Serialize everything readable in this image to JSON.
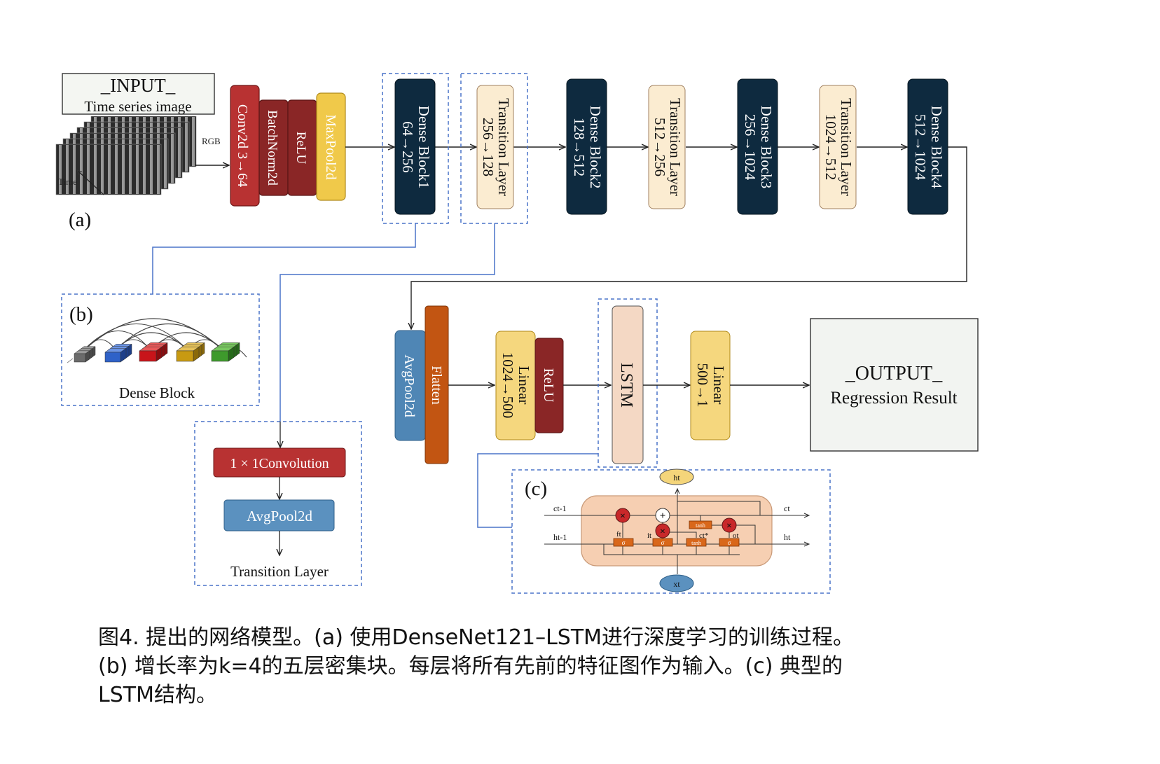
{
  "input": {
    "title": "_INPUT_",
    "subtitle": "Time series image",
    "rgb_label": "RGB",
    "time_label": "Time"
  },
  "panel_labels": {
    "a": "(a)",
    "b": "(b)",
    "c": "(c)"
  },
  "stem": [
    {
      "label": "Conv2d 3→64",
      "fill": "#b83232"
    },
    {
      "label": "BatchNorm2d",
      "fill": "#8a2626"
    },
    {
      "label": "ReLU",
      "fill": "#8a2626"
    },
    {
      "label": "MaxPool2d",
      "fill": "#f0c94a"
    }
  ],
  "main_blocks": [
    {
      "line1": "Dense Block1",
      "line2": "64→256",
      "kind": "dense"
    },
    {
      "line1": "Transition Layer",
      "line2": "256→128",
      "kind": "transition"
    },
    {
      "line1": "Dense Block2",
      "line2": "128→512",
      "kind": "dense"
    },
    {
      "line1": "Transition Layer",
      "line2": "512→256",
      "kind": "transition"
    },
    {
      "line1": "Dense Block3",
      "line2": "256→1024",
      "kind": "dense"
    },
    {
      "line1": "Transition Layer",
      "line2": "1024→512",
      "kind": "transition"
    },
    {
      "line1": "Dense Block4",
      "line2": "512→1024",
      "kind": "dense"
    }
  ],
  "dense_detail": {
    "caption": "Dense Block"
  },
  "transition_detail": {
    "conv": "1 × 1Convolution",
    "pool": "AvgPool2d",
    "caption": "Transition Layer"
  },
  "head": {
    "avgpool": "AvgPool2d",
    "flatten": "Flatten",
    "linear1_line1": "Linear",
    "linear1_line2": "1024→500",
    "relu": "ReLU",
    "lstm": "LSTM",
    "linear2_line1": "Linear",
    "linear2_line2": "500→1"
  },
  "output": {
    "title": "_OUTPUT_",
    "subtitle": "Regression Result"
  },
  "lstm_cell": {
    "h_t_top": "ht",
    "x_t": "xt",
    "c_prev": "ct-1",
    "c_t": "ct",
    "h_prev": "ht-1",
    "h_t_right": "ht",
    "f_t": "ft",
    "i_t": "it",
    "c_tilde": "ct*",
    "o_t": "ot",
    "sigma": "σ",
    "tanh": "tanh",
    "mult": "×",
    "plus": "+"
  },
  "colors": {
    "dense": "#0e2a3f",
    "transition": "#fbecd1",
    "link_blue": "#4a74c9",
    "avgpool": "#4f86b5",
    "flatten": "#c25512",
    "linear": "#f5d77e",
    "relu": "#8a2626",
    "lstm": "#f4d8c4",
    "output_bg": "#f2f4f1"
  },
  "caption": {
    "line1": "图4. 提出的网络模型。(a) 使用DenseNet121–LSTM进行深度学习的训练过程。",
    "line2": "(b) 增长率为k=4的五层密集块。每层将所有先前的特征图作为输入。(c) 典型的",
    "line3": "LSTM结构。"
  }
}
